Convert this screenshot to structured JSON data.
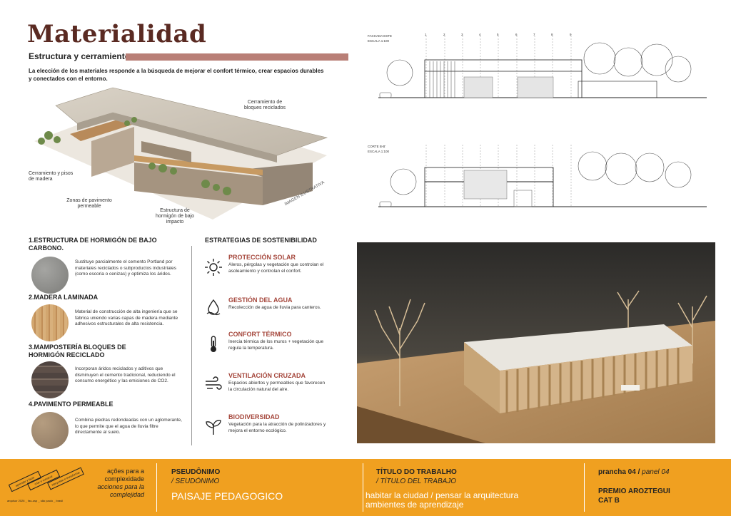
{
  "header": {
    "title": "Materialidad",
    "subtitle": "Estructura y cerramiento",
    "intro": "La elección de los materiales responde a la búsqueda de mejorar el confort térmico, crear espacios durables y conectados con el entorno."
  },
  "axon": {
    "callout_1": "Cerramiento de bloques reciclados",
    "callout_2": "Cerramiento y pisos de madera",
    "callout_3": "Zonas de pavimento permeable",
    "callout_4": "Estructura de hormigón de bajo impacto",
    "watermark": "IMAGEN ILUSTRATIVA"
  },
  "materials": [
    {
      "title": "1.ESTRUCTURA DE HORMIGÓN DE BAJO CARBONO.",
      "text": "Sustituye parcialmente el cemento Portland por materiales reciclados o subproductos industriales (como escoria o cenizas) y optimiza los áridos.",
      "color": "#8f8f8c"
    },
    {
      "title": "2.MADERA LAMINADA",
      "text": "Material de construcción de alta ingeniería que se fabrica uniendo varias capas de madera mediante adhesivos estructurales de alta resistencia.",
      "color": "#c99a64"
    },
    {
      "title": "3.MAMPOSTERÍA BLOQUES DE HORMIGÓN RECICLADO",
      "text": "Incorporan áridos reciclados y aditivos que disminuyen el cemento tradicional, reduciendo el consumo energético y las emisiones de CO2.",
      "color": "#6a5a52"
    },
    {
      "title": "4.PAVIMENTO PERMEABLE",
      "text": "Combina piedras redondeadas con un aglomerante, lo que permite que el agua de lluvia filtre directamente al suelo.",
      "color": "#a08a6e"
    }
  ],
  "sustainability": {
    "heading": "ESTRATEGIAS DE SOSTENIBILIDAD",
    "items": [
      {
        "title": "PROTECCIÓN SOLAR",
        "text": "Aleros, pérgolas y vegetación que controlan el asoleamiento y controlan el confort.",
        "icon": "sun-icon"
      },
      {
        "title": "GESTIÓN DEL AGUA",
        "text": "Recolección de agua de lluvia para canteros.",
        "icon": "water-drop-icon"
      },
      {
        "title": "CONFORT TÉRMICO",
        "text": "Inercia térmica de los muros + vegetación que regula la temperatura.",
        "icon": "thermometer-icon"
      },
      {
        "title": "VENTILACIÓN CRUZADA",
        "text": "Espacios abiertos y permeables que favorecen la circulación natural del aire.",
        "icon": "wind-icon"
      },
      {
        "title": "BIODIVERSIDAD",
        "text": "Vegetación para la atracción de polinizadores y mejora el entorno ecológico.",
        "icon": "sprout-icon"
      }
    ]
  },
  "drawings": {
    "elevation_label": "FACHADA ESTE",
    "elevation_scale": "ESCALA 1:100",
    "section_label": "CORTE B-B'",
    "section_scale": "ESCALA 1:100",
    "axis_numbers": [
      "1",
      "2",
      "3",
      "4",
      "5",
      "6",
      "7",
      "8",
      "9"
    ]
  },
  "footer": {
    "logo_line1": "aprender y fazer",
    "logo_line2": "criar e construir",
    "logo_line3": "interpretar e transformar",
    "logo_credit": "arquisur 2026 _ fau-usp _ são paulo _ brasil",
    "program_line1": "ações para a",
    "program_line2": "complexidade",
    "program_line3": "acciones para la",
    "program_line4": "complejidad",
    "pseudo_label_pt": "PSEUDÔNIMO",
    "pseudo_label_es": "/ SEUDÓNIMO",
    "pseudo_value": "PAISAJE PEDAGOGICO",
    "work_label_pt": "TÍTULO DO TRABALHO",
    "work_label_es": "/ TÍTULO DEL TRABAJO",
    "work_value_1": "habitar la ciudad / pensar la arquitectura",
    "work_value_2": "ambientes de aprendizaje",
    "panel_pt": "prancha 04 /",
    "panel_es": "panel 04",
    "prize": "PREMIO AROZTEGUI",
    "category": "CAT B"
  }
}
